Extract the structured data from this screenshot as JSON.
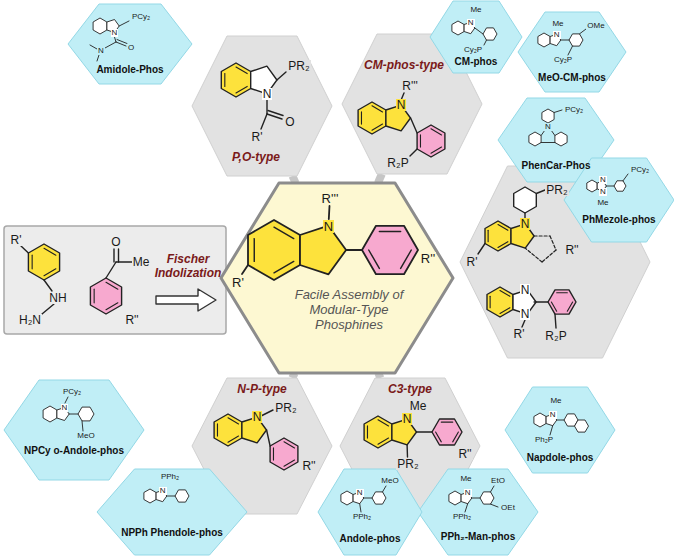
{
  "diagram": {
    "nodes": [
      {
        "text": [
          "Fischer Indolization"
        ]
      },
      {
        "text": [
          "Facile Assembly of Modular-Type Phosphines"
        ]
      },
      {
        "text": [
          "P,O-type"
        ]
      },
      {
        "text": [
          "CM-phos-type"
        ]
      },
      {
        "text": [
          "N-P-type"
        ]
      },
      {
        "text": [
          "C3-type"
        ]
      },
      {
        "text": [
          "Amidole-Phos"
        ]
      },
      {
        "text": [
          "CM-phos"
        ]
      },
      {
        "text": [
          "MeO-CM-phos"
        ]
      },
      {
        "text": [
          "PhenCar-Phos"
        ]
      },
      {
        "text": [
          "PhMezole-phos"
        ]
      },
      {
        "text": [
          "Napdole-phos"
        ]
      },
      {
        "text": [
          "PPh₂-Man-phos"
        ]
      },
      {
        "text": [
          "Andole-phos"
        ]
      },
      {
        "text": [
          "NPPh Phendole-phos"
        ]
      },
      {
        "text": [
          "NPCy o-Andole-phos"
        ]
      }
    ],
    "edges": [
      {
        "from": 1,
        "to": 2,
        "arrow": "none"
      },
      {
        "from": 1,
        "to": 3,
        "arrow": "none"
      },
      {
        "from": 1,
        "to": 4,
        "arrow": "none"
      },
      {
        "from": 1,
        "to": 5,
        "arrow": "none"
      }
    ],
    "labels": [
      "N",
      "R'''",
      "R'",
      "R''",
      "R'",
      "NH",
      "H₂N",
      "O",
      "Me",
      "R''",
      "PR₂",
      "N",
      "O",
      "R'",
      "N",
      "R'''",
      "R₂P",
      "N",
      "PR₂",
      "R'",
      "R''",
      "N",
      "N",
      "R'",
      "R₂P",
      "N",
      "PR₂",
      "R''",
      "Me",
      "N",
      "R''",
      "PR₂",
      "PCy₂",
      "N",
      "O",
      "N",
      "Me",
      "N",
      "Cy₂P",
      "Me",
      "N",
      "OMe",
      "Cy₂P",
      "N",
      "PCy₂",
      "N",
      "N",
      "Me",
      "PCy₂",
      "Me",
      "N",
      "Ph₂P",
      "Me",
      "N",
      "EtO",
      "PPh₂",
      "OEt",
      "MeO",
      "N",
      "PPh₂",
      "PPh₂",
      "N",
      "PCy₂",
      "N",
      "MeO"
    ]
  }
}
